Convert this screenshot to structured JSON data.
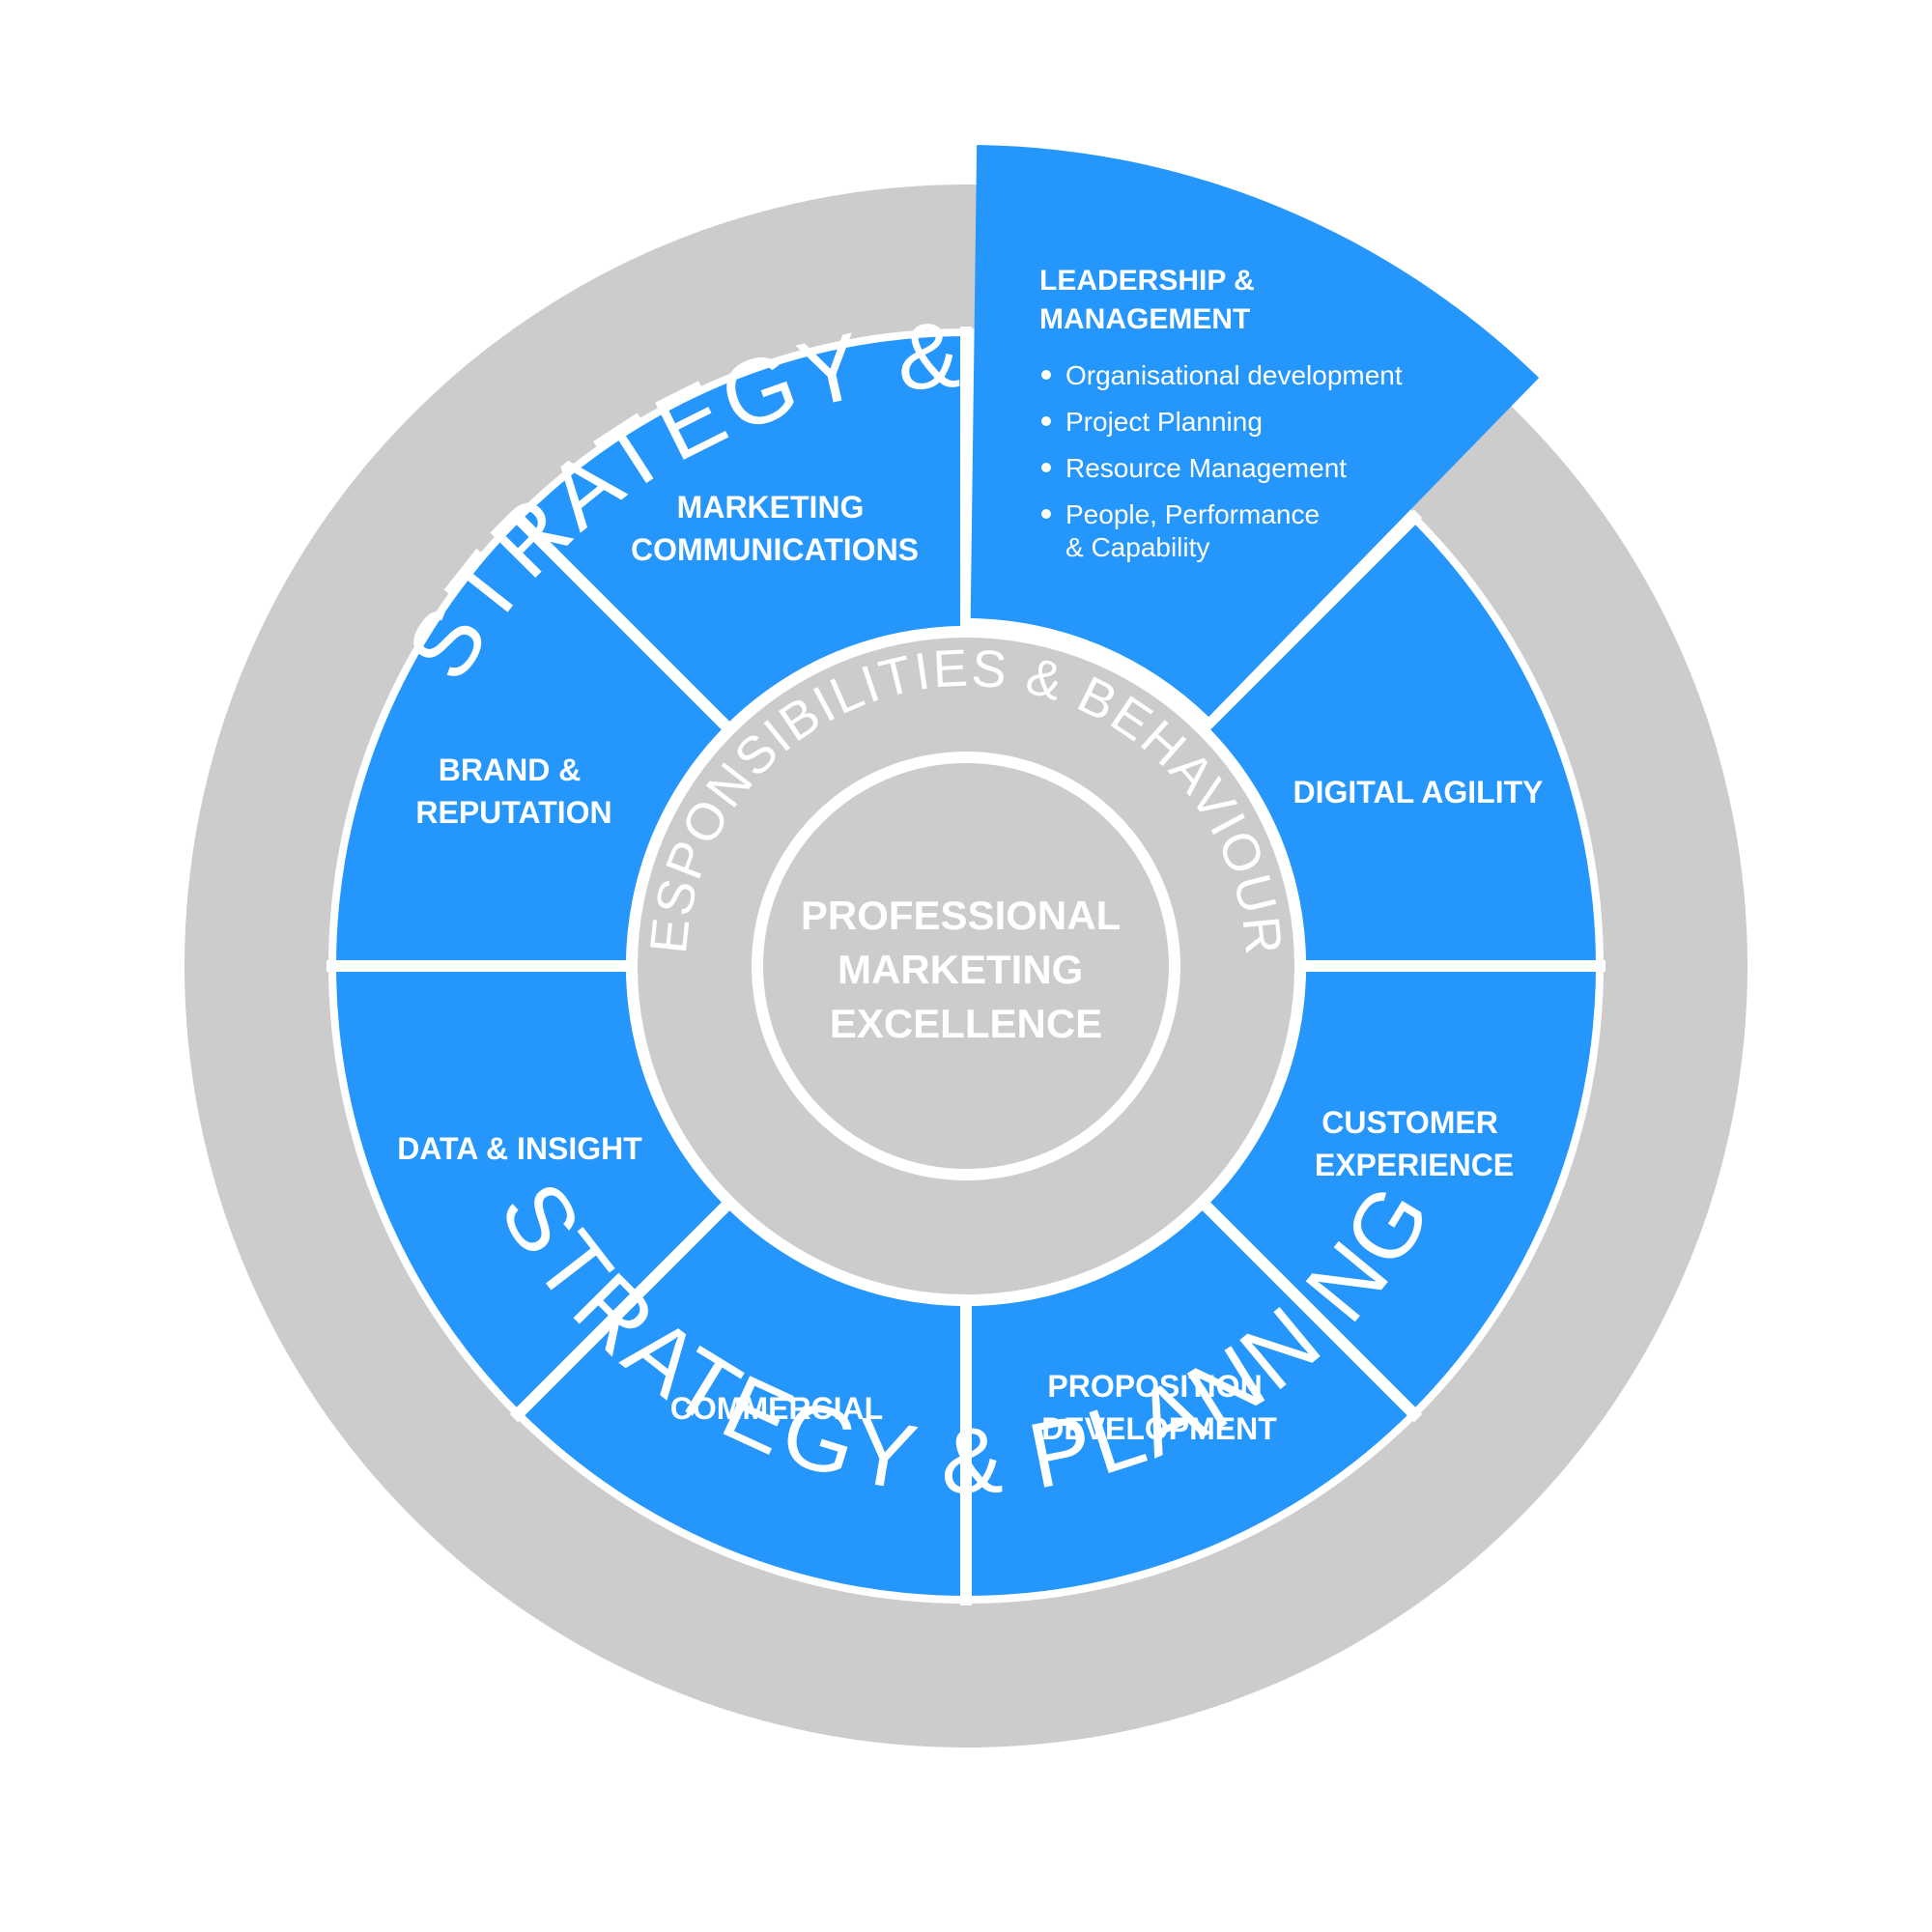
{
  "colors": {
    "segment_blue": "#2596fb",
    "ring_grey": "#cccccc",
    "divider_white": "#ffffff",
    "text_white": "#ffffff"
  },
  "outer_ring": {
    "label_top": "STRATEGY &",
    "label_bottom": "STRATEGY & PLANNING"
  },
  "inner_ring": {
    "label": "RESPONSIBILITIES & BEHAVIOURS"
  },
  "center": {
    "lines": [
      "PROFESSIONAL",
      "MARKETING",
      "EXCELLENCE"
    ]
  },
  "segments": [
    {
      "id": "leadership",
      "title_lines": [
        "LEADERSHIP &",
        "MANAGEMENT"
      ],
      "highlighted": true
    },
    {
      "id": "digital",
      "title_lines": [
        "DIGITAL AGILITY"
      ]
    },
    {
      "id": "customer",
      "title_lines": [
        "CUSTOMER",
        "EXPERIENCE"
      ]
    },
    {
      "id": "proposition",
      "title_lines": [
        "PROPOSITION",
        "DEVELOPMENT"
      ]
    },
    {
      "id": "commercial",
      "title_lines": [
        "COMMERCIAL"
      ]
    },
    {
      "id": "data",
      "title_lines": [
        "DATA & INSIGHT"
      ]
    },
    {
      "id": "brand",
      "title_lines": [
        "BRAND &",
        "REPUTATION"
      ]
    },
    {
      "id": "marcomms",
      "title_lines": [
        "MARKETING",
        "COMMUNICATIONS"
      ]
    }
  ],
  "leadership_bullets": [
    "Organisational development",
    "Project Planning",
    "Resource Management",
    "People, Performance",
    "& Capability"
  ]
}
